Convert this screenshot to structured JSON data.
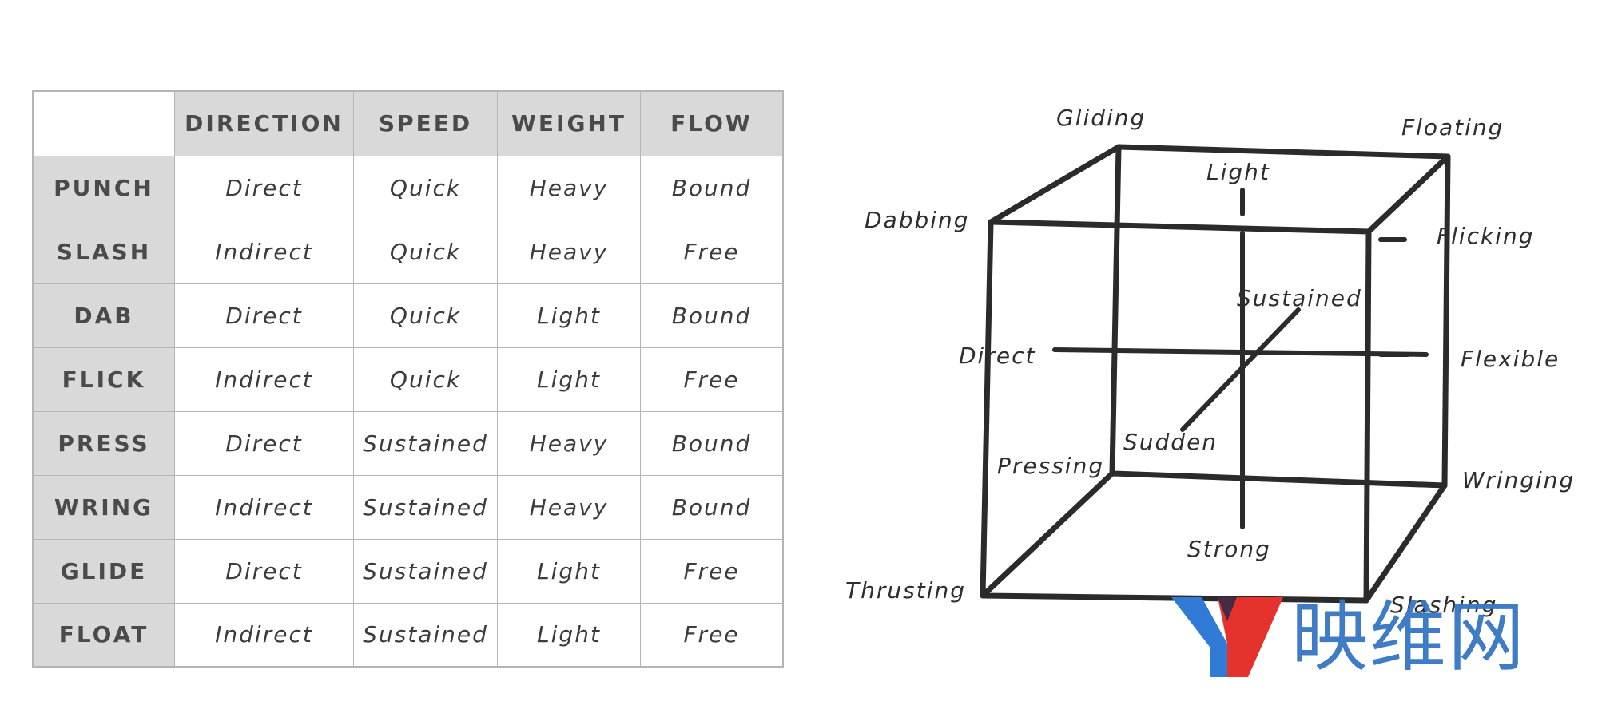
{
  "table": {
    "columns": [
      "",
      "DIRECTION",
      "SPEED",
      "WEIGHT",
      "FLOW"
    ],
    "rows": [
      {
        "name": "PUNCH",
        "cells": [
          "Direct",
          "Quick",
          "Heavy",
          "Bound"
        ]
      },
      {
        "name": "SLASH",
        "cells": [
          "Indirect",
          "Quick",
          "Heavy",
          "Free"
        ]
      },
      {
        "name": "DAB",
        "cells": [
          "Direct",
          "Quick",
          "Light",
          "Bound"
        ]
      },
      {
        "name": "FLICK",
        "cells": [
          "Indirect",
          "Quick",
          "Light",
          "Free"
        ]
      },
      {
        "name": "PRESS",
        "cells": [
          "Direct",
          "Sustained",
          "Heavy",
          "Bound"
        ]
      },
      {
        "name": "WRING",
        "cells": [
          "Indirect",
          "Sustained",
          "Heavy",
          "Bound"
        ]
      },
      {
        "name": "GLIDE",
        "cells": [
          "Direct",
          "Sustained",
          "Light",
          "Free"
        ]
      },
      {
        "name": "FLOAT",
        "cells": [
          "Indirect",
          "Sustained",
          "Light",
          "Free"
        ]
      }
    ]
  },
  "cube": {
    "corners": {
      "gliding": "Gliding",
      "floating": "Floating",
      "dabbing": "Dabbing",
      "flicking": "Flicking",
      "pressing": "Pressing",
      "wringing": "Wringing",
      "thrusting": "Thrusting",
      "slashing": "Slashing"
    },
    "axes": {
      "light": "Light",
      "strong": "Strong",
      "sustained": "Sustained",
      "sudden": "Sudden",
      "direct": "Direct",
      "flexible": "Flexible"
    },
    "line_color": "#2b2b2b"
  },
  "watermark": {
    "text": "映维网",
    "logo_colors": {
      "blue": "#2f7bd6",
      "red": "#e5322d",
      "dark": "#2a2a4a"
    }
  }
}
